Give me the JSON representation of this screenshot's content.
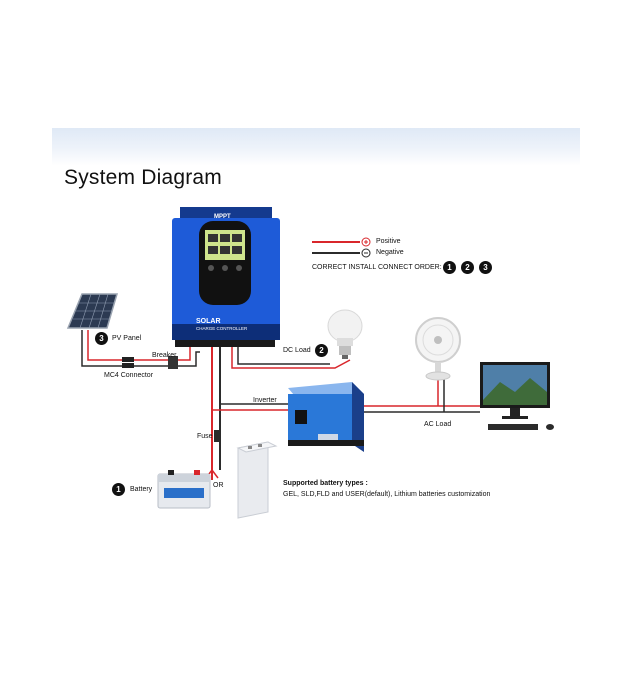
{
  "title": "System Diagram",
  "legend": {
    "positive": "Positive",
    "negative": "Negative",
    "install_order_label": "CORRECT INSTALL CONNECT ORDER:",
    "order_numbers": [
      "1",
      "2",
      "3"
    ]
  },
  "controller": {
    "brand": "MPPT",
    "line1": "SOLAR",
    "line2": "CHARGE CONTROLLER"
  },
  "components": {
    "pv_panel": {
      "number": "3",
      "label": "PV Panel"
    },
    "dc_load": {
      "number": "2",
      "label": "DC Load"
    },
    "battery": {
      "number": "1",
      "label": "Battery"
    },
    "breaker": "Breaker",
    "mc4": "MC4 Connector",
    "inverter": "Inverter",
    "fuse": "Fuse",
    "or": "OR",
    "ac_load": "AC Load"
  },
  "battery_types": {
    "heading": "Supported battery types :",
    "text": "GEL, SLD,FLD and USER(default), Lithium batteries customization"
  },
  "colors": {
    "positive": "#d9262b",
    "negative": "#2b2b2b",
    "controller_blue": "#1e5bd8",
    "inverter_blue": "#2a78d8"
  }
}
